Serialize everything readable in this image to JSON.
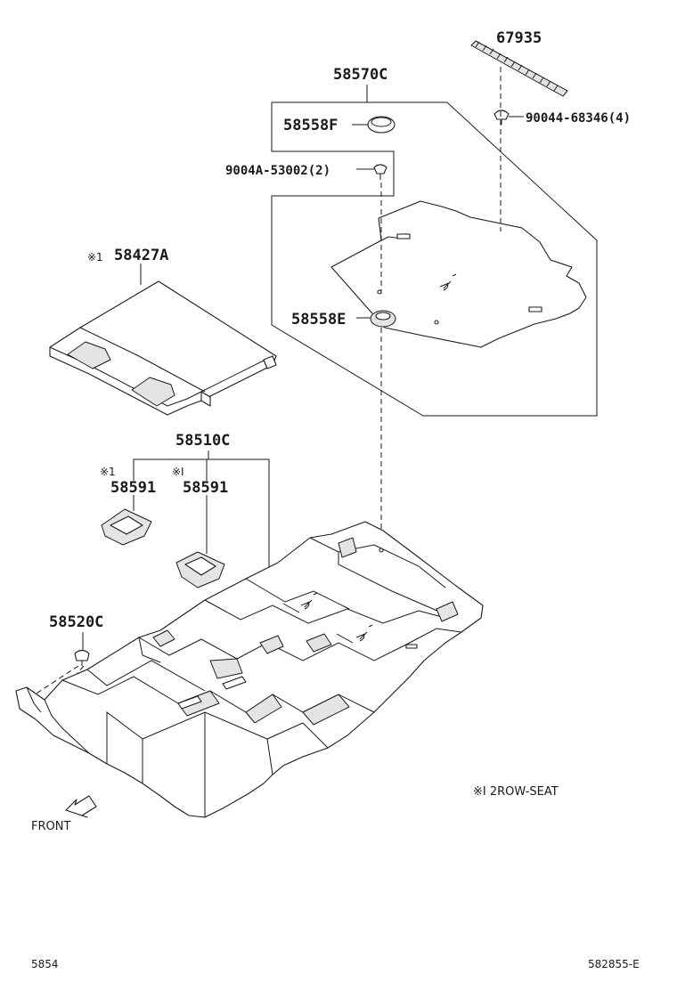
{
  "parts": {
    "p67935": "67935",
    "p58570c": "58570C",
    "p58558f": "58558F",
    "p90044": "90044-68346(4)",
    "p9004a": "9004A-53002(2)",
    "p58427a": "58427A",
    "p58558e": "58558E",
    "p58510c": "58510C",
    "p58591_left": "58591",
    "p58591_right": "58591",
    "p58520c": "58520C"
  },
  "notes": {
    "mark_58427a": "※1",
    "mark_58591_left": "※1",
    "mark_58591_right": "※I",
    "legend": "※I  2ROW-SEAT",
    "front": "FRONT",
    "page_id": "5854",
    "drawing_id": "582855-E"
  }
}
